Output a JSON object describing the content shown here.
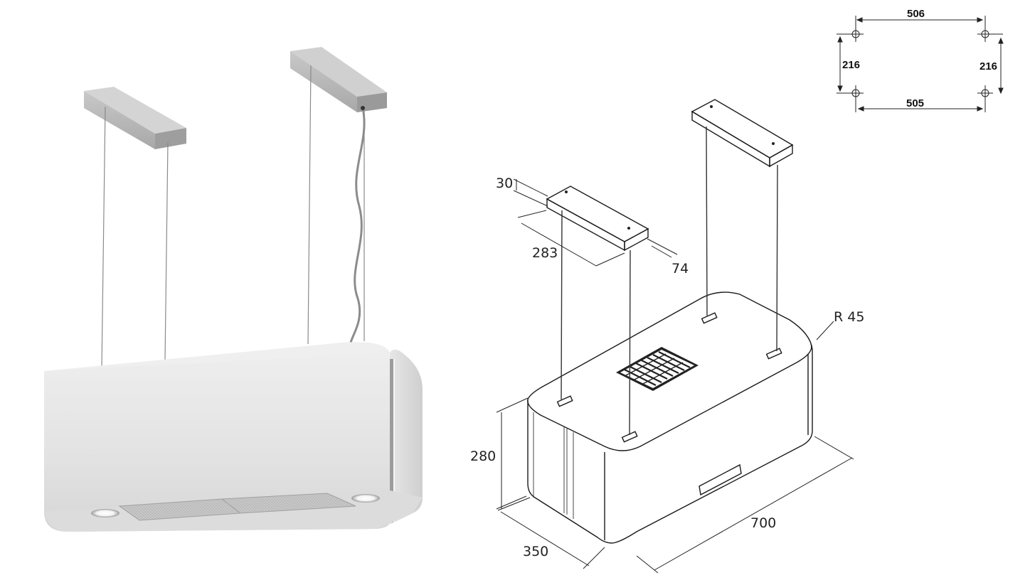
{
  "colors": {
    "hood_body": "#e4e4e4",
    "bracket": "#b9b9b9",
    "line_art": "#1a1a1a",
    "background": "#ffffff"
  },
  "dimensions": {
    "bracket_height": "30",
    "bracket_length": "283",
    "bracket_width": "74",
    "corner_radius": "R 45",
    "hood_height": "280",
    "hood_depth": "350",
    "hood_length": "700",
    "hole_spacing_top": "506",
    "hole_spacing_bottom": "505",
    "hole_spacing_left": "216",
    "hole_spacing_right": "216"
  }
}
